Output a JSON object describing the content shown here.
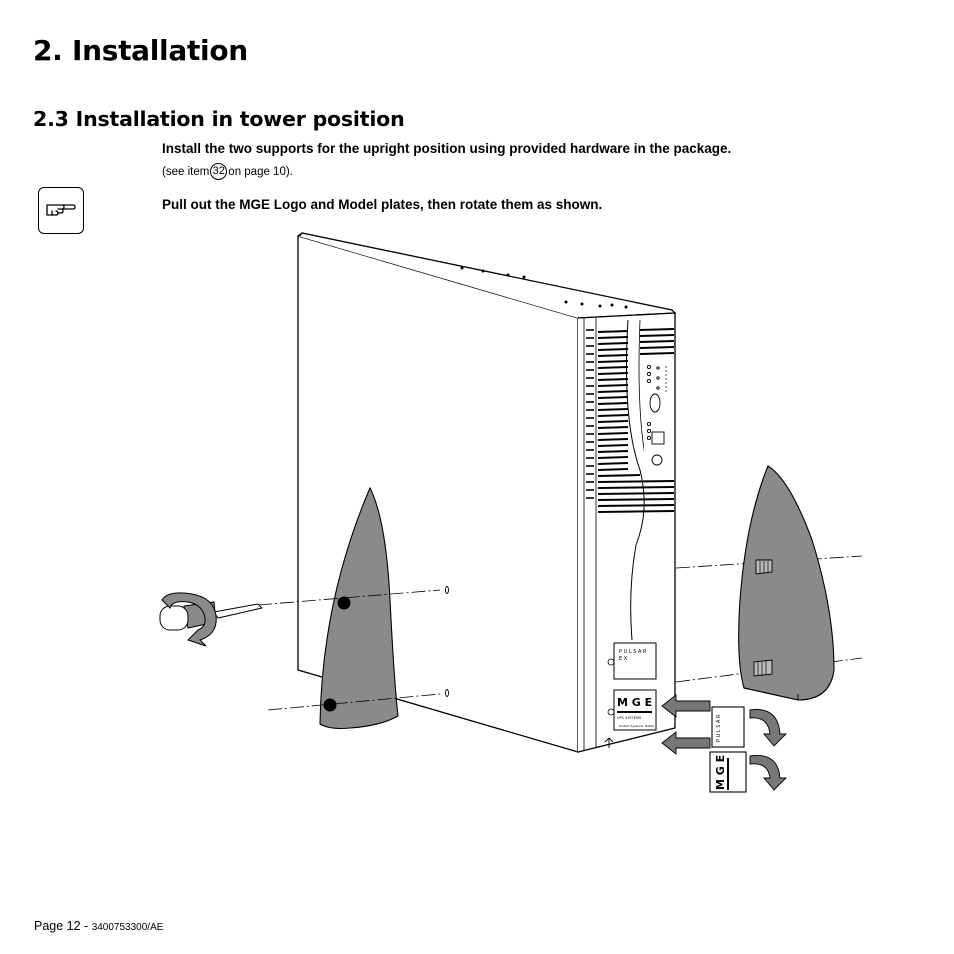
{
  "heading": "2. Installation",
  "subheading": "2.3 Installation in tower position",
  "step1": "Install the two supports for the upright position using provided hardware in the package.",
  "ref": {
    "prefix": "(see item",
    "item": "32",
    "suffix": "on page 10)."
  },
  "note": {
    "icon": "pointing-hand-icon",
    "text": "Pull out the MGE Logo and Model plates, then rotate them as shown."
  },
  "plates": {
    "model_line1": "P U L S A R",
    "model_line2": "E X",
    "logo": "M G E",
    "logo_sub": "UPS SYSTEMS",
    "logo_sub2": "Protect Systems, Better"
  },
  "footer": {
    "page": "Page 12 - ",
    "code": "3400753300/AE"
  },
  "colors": {
    "support": "#8a8a8a",
    "ink": "#000000",
    "panel_line": "#333333"
  }
}
